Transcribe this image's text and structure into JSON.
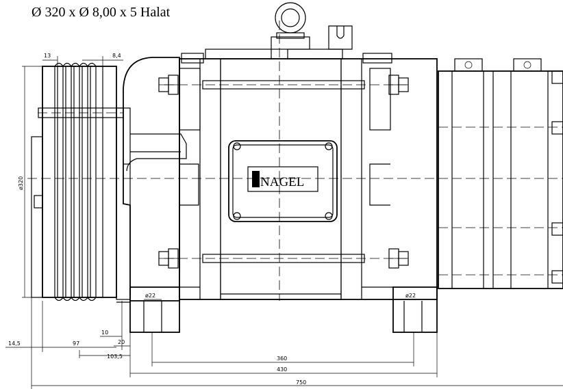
{
  "title": "Ø 320 x Ø 8,00 x 5 Halat",
  "brand": "NAGEL",
  "dimensions": {
    "d13": "13",
    "d8_4": "8,4",
    "d320": "ø320",
    "d22_left": "ø22",
    "d22_right": "ø22",
    "d10": "10",
    "d20": "20",
    "d14_5": "14,5",
    "d97": "97",
    "d103_5": "103,5",
    "d360": "360",
    "d430": "430",
    "d750": "750"
  },
  "grooves": 5
}
